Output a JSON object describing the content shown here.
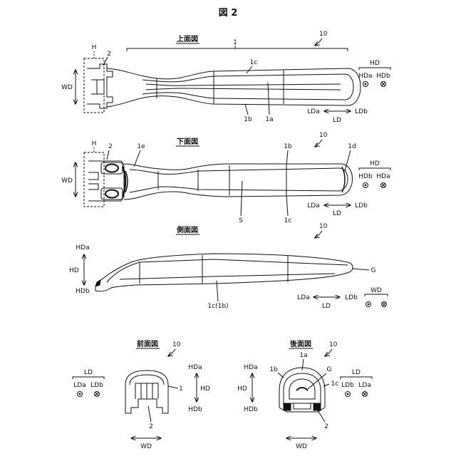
{
  "figure": {
    "title": "図 2",
    "ref_main": "10"
  },
  "top_view": {
    "title": "上面図",
    "ref": "10",
    "labels": {
      "H": "H",
      "two": "2",
      "one": "1",
      "c": "1c",
      "b": "1b",
      "a": "1a",
      "WD": "WD"
    },
    "legend": {
      "HD": "HD",
      "HDa": "HDa",
      "HDb": "HDb",
      "LDa": "LDa",
      "LDb": "LDb",
      "LD": "LD"
    }
  },
  "bottom_view": {
    "title": "下面図",
    "ref": "10",
    "labels": {
      "H": "H",
      "two": "2",
      "e": "1e",
      "b": "1b",
      "d": "1d",
      "S": "S",
      "c": "1c",
      "WD": "WD"
    },
    "legend": {
      "HD": "HD",
      "HDb": "HDb",
      "HDa": "HDa",
      "LDa": "LDa",
      "LDb": "LDb",
      "LD": "LD"
    }
  },
  "side_view": {
    "title": "側面図",
    "ref": "10",
    "labels": {
      "HDa": "HDa",
      "HD": "HD",
      "HDb": "HDb",
      "G": "G",
      "c_b": "1c(1b)"
    },
    "legend": {
      "LDa": "LDa",
      "LDb": "LDb",
      "LD": "LD",
      "WD": "WD"
    }
  },
  "front_view": {
    "title": "前面図",
    "ref": "10",
    "labels": {
      "one": "1",
      "two": "2",
      "WD": "WD"
    },
    "legend": {
      "LD": "LD",
      "LDa": "LDa",
      "LDb": "LDb",
      "HDa": "HDa",
      "HD": "HD",
      "HDb": "HDb"
    }
  },
  "rear_view": {
    "title": "後面図",
    "ref": "10",
    "labels": {
      "a": "1a",
      "b": "1b",
      "G": "G",
      "c": "1c",
      "two": "2",
      "WD": "WD"
    },
    "legend": {
      "HDa": "HDa",
      "HD": "HD",
      "HDb": "HDb",
      "LD": "LD",
      "LDb": "LDb",
      "LDa": "LDa"
    }
  }
}
